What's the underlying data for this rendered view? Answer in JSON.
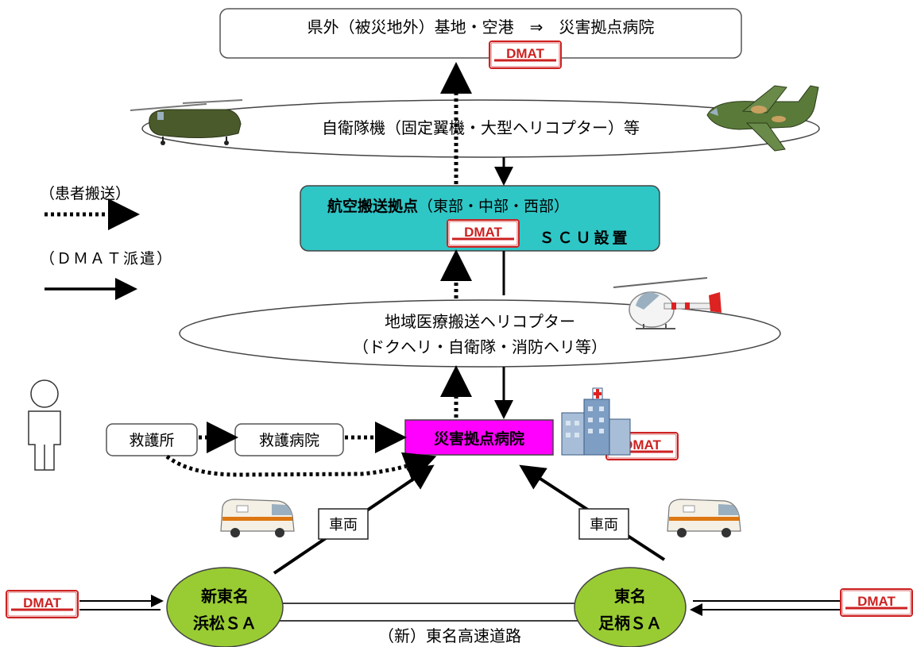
{
  "colors": {
    "teal": "#2FC6C6",
    "magenta": "#FF00FF",
    "green": "#99CC33",
    "dmat_red": "#CC2222",
    "helicopter_olive": "#4A5A2A",
    "plane_green": "#5A7A3A",
    "hospital_blue": "#6A8AB0"
  },
  "top_box": {
    "text": "県外（被災地外）基地・空港　⇒　災害拠点病院"
  },
  "sdf_aircraft": {
    "text": "自衛隊機（固定翼機・大型ヘリコプター）等"
  },
  "legend": {
    "patient_label": "（患者搬送）",
    "dmat_label": "（ＤＭＡＴ派遣）"
  },
  "air_hub": {
    "bold_text": "航空搬送拠点",
    "normal_text": "（東部・中部・西部）",
    "scu_text": "ＳＣＵ設置"
  },
  "regional_heli": {
    "line1": "地域医療搬送ヘリコプター",
    "line2": "（ドクヘリ・自衛隊・消防ヘリ等）"
  },
  "first_aid": {
    "text": "救護所"
  },
  "aid_hospital": {
    "text": "救護病院"
  },
  "disaster_hospital": {
    "text": "災害拠点病院"
  },
  "vehicle_left": {
    "text": "車両"
  },
  "vehicle_right": {
    "text": "車両"
  },
  "sa_left": {
    "line1": "新東名",
    "line2": "浜松ＳＡ"
  },
  "sa_right": {
    "line1": "東名",
    "line2": "足柄ＳＡ"
  },
  "expressway": {
    "text": "（新）東名高速道路"
  },
  "dmat_badge": {
    "text": "DMAT"
  },
  "icons": [
    "chinook-helicopter-icon",
    "military-plane-icon",
    "medical-helicopter-icon",
    "person-icon",
    "hospital-building-icon",
    "ambulance-icon",
    "dmat-badge-icon"
  ]
}
